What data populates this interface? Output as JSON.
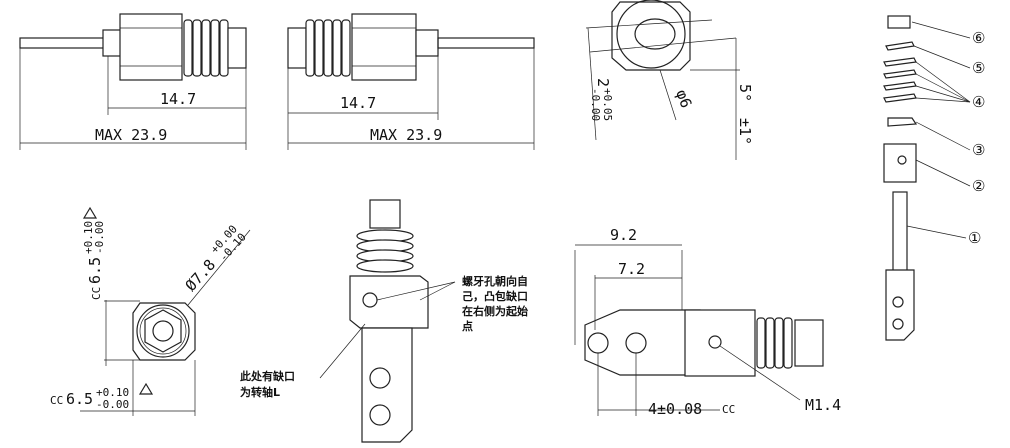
{
  "view_side_left": {
    "length": "14.7",
    "max_length": "MAX 23.9"
  },
  "view_side_right": {
    "length": "14.7",
    "max_length": "MAX 23.9"
  },
  "view_top": {
    "diameter": "φ6",
    "slot_width_main": "2",
    "slot_tol_upper": "+0.05",
    "slot_tol_lower": "-0.00",
    "angle": "5°",
    "angle_tol": "±1°"
  },
  "view_front": {
    "height_main": "6.5",
    "height_tol_upper": "+0.10",
    "height_tol_lower": "-0.00",
    "height_marker": "CC",
    "width_main": "6.5",
    "width_tol_upper": "+0.10",
    "width_tol_lower": "-0.00",
    "width_marker": "CC",
    "diameter_main": "Ø7.8",
    "diameter_tol_upper": "+0.00",
    "diameter_tol_lower": "-0.10"
  },
  "view_iso": {
    "note_thread": [
      "螺牙孔朝向自",
      "己，凸包缺口",
      "在右侧为起始",
      "点"
    ],
    "note_notch": [
      "此处有缺口",
      "为转轴L"
    ]
  },
  "view_bottom": {
    "dim_overall": "9.2",
    "dim_inner": "7.2",
    "dim_hole": "4±0.08",
    "dim_hole_marker": "CC",
    "thread": "M1.4"
  },
  "exploded": {
    "parts": [
      "⑥",
      "⑤",
      "④",
      "③",
      "②",
      "①"
    ]
  }
}
